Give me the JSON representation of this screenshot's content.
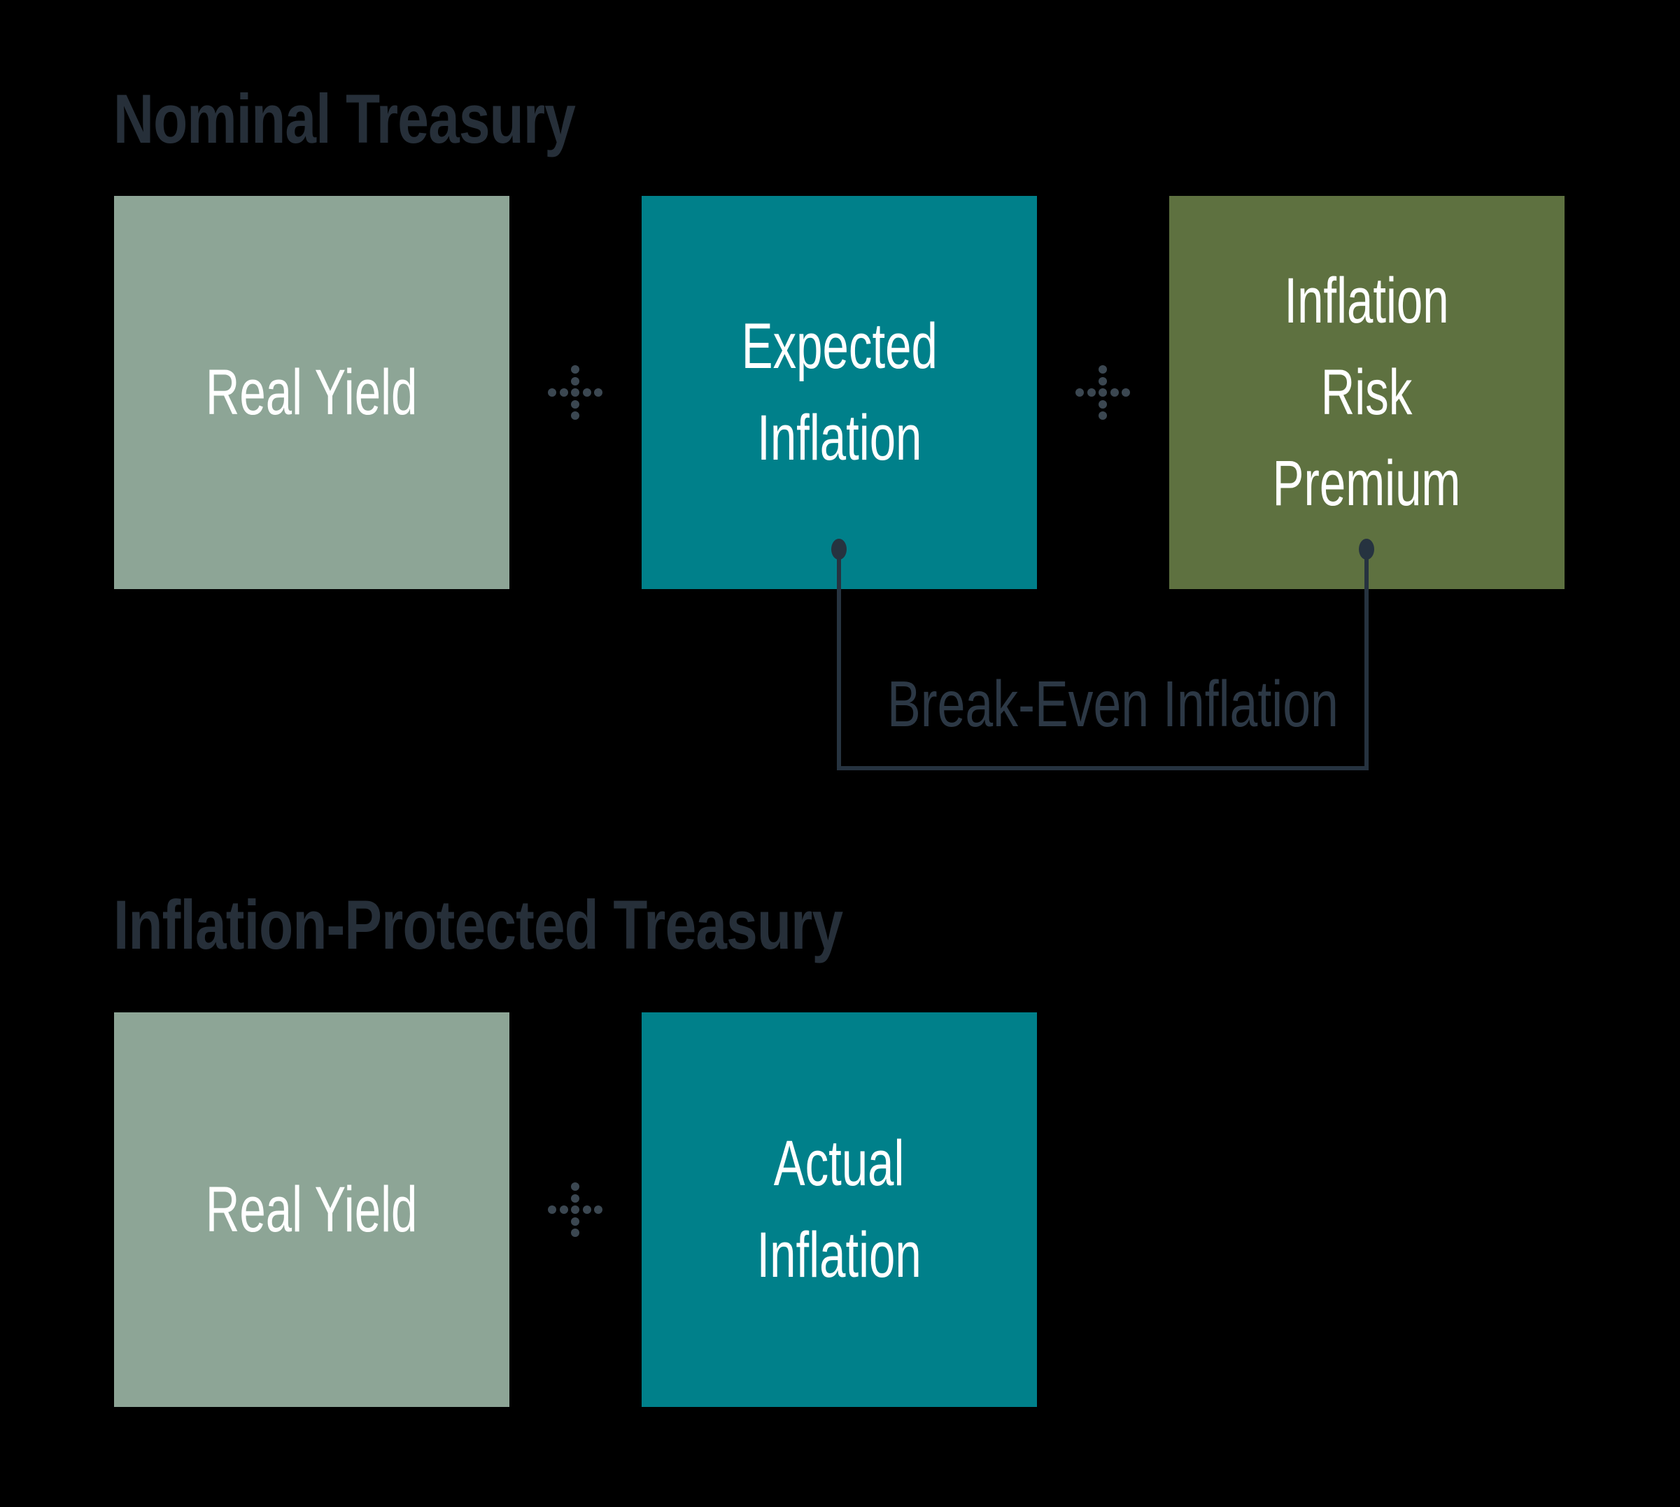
{
  "colors": {
    "background": "#000000",
    "heading_text": "#262f39",
    "sage_box": "#8da596",
    "teal_box": "#00808a",
    "olive_box": "#5e7140",
    "plus_dots": "#3b4751",
    "connector": "#263340",
    "bracket_label_text": "#2c3845",
    "box_label_text": "#ffffff"
  },
  "nominal_section": {
    "heading": "Nominal Treasury",
    "operator_icon": "dotted-plus-icon",
    "boxes": [
      {
        "name": "real-yield",
        "color": "#8da596",
        "lines": [
          "Real Yield"
        ]
      },
      {
        "name": "expected-inflation",
        "color": "#00808a",
        "lines": [
          "Expected",
          "Inflation"
        ]
      },
      {
        "name": "inflation-risk-premium",
        "color": "#5e7140",
        "lines": [
          "Inflation",
          "Risk",
          "Premium"
        ]
      }
    ],
    "bracket_label": "Break-Even Inflation"
  },
  "protected_section": {
    "heading": "Inflation-Protected Treasury",
    "operator_icon": "dotted-plus-icon",
    "boxes": [
      {
        "name": "real-yield",
        "color": "#8da596",
        "lines": [
          "Real Yield"
        ]
      },
      {
        "name": "actual-inflation",
        "color": "#00808a",
        "lines": [
          "Actual",
          "Inflation"
        ]
      }
    ]
  }
}
